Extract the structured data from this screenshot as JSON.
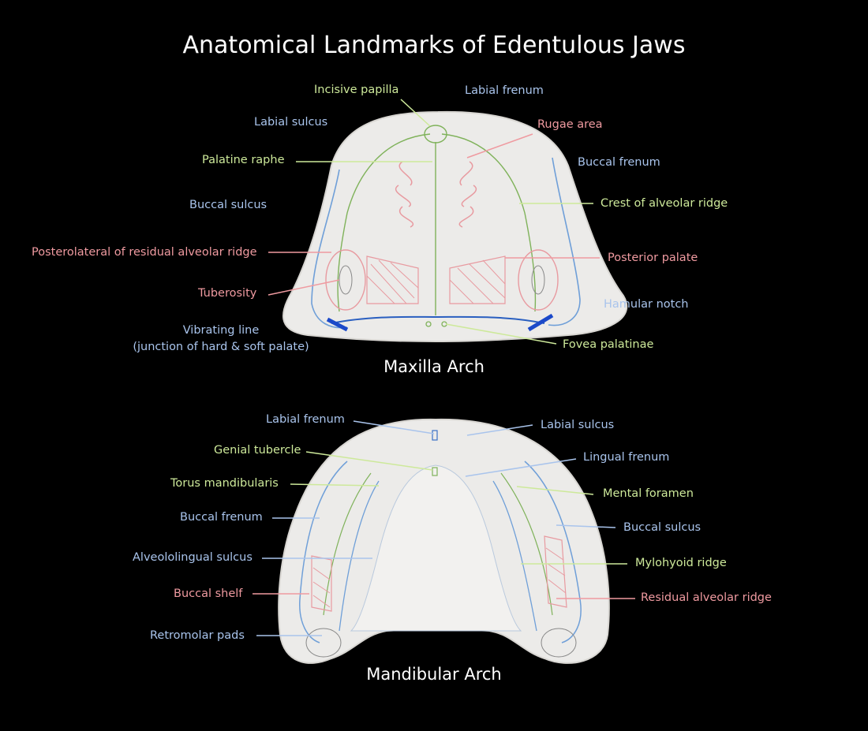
{
  "title": "Anatomical Landmarks of Edentulous Jaws",
  "colors": {
    "background": "#000000",
    "model": "#ecebe9",
    "blue": "#a9c4ec",
    "green": "#cde99a",
    "pink": "#ef9aa0",
    "title": "#ffffff"
  },
  "maxilla": {
    "caption": "Maxilla Arch",
    "labels": {
      "incisive_papilla": "Incisive papilla",
      "labial_frenum": "Labial frenum",
      "labial_sulcus": "Labial sulcus",
      "rugae_area": "Rugae area",
      "palatine_raphe": "Palatine raphe",
      "buccal_frenum": "Buccal frenum",
      "buccal_sulcus": "Buccal sulcus",
      "crest_of_alveolar_ridge": "Crest of alveolar ridge",
      "posterolateral_ridge": "Posterolateral of residual alveolar ridge",
      "posterior_palate": "Posterior palate",
      "tuberosity": "Tuberosity",
      "hamular_notch": "Hamular notch",
      "vibrating_line_1": "Vibrating line",
      "vibrating_line_2": "(junction of hard & soft palate)",
      "fovea_palatinae": "Fovea palatinae"
    }
  },
  "mandible": {
    "caption": "Mandibular Arch",
    "labels": {
      "labial_frenum": "Labial frenum",
      "labial_sulcus": "Labial sulcus",
      "genial_tubercle": "Genial tubercle",
      "lingual_frenum": "Lingual frenum",
      "torus_mandibularis": "Torus mandibularis",
      "mental_foramen": "Mental foramen",
      "buccal_frenum": "Buccal frenum",
      "buccal_sulcus": "Buccal sulcus",
      "alveololingual_sulcus": "Alveololingual sulcus",
      "mylohyoid_ridge": "Mylohyoid ridge",
      "buccal_shelf": "Buccal shelf",
      "residual_alveolar_ridge": "Residual alveolar ridge",
      "retromolar_pads": "Retromolar pads"
    }
  }
}
